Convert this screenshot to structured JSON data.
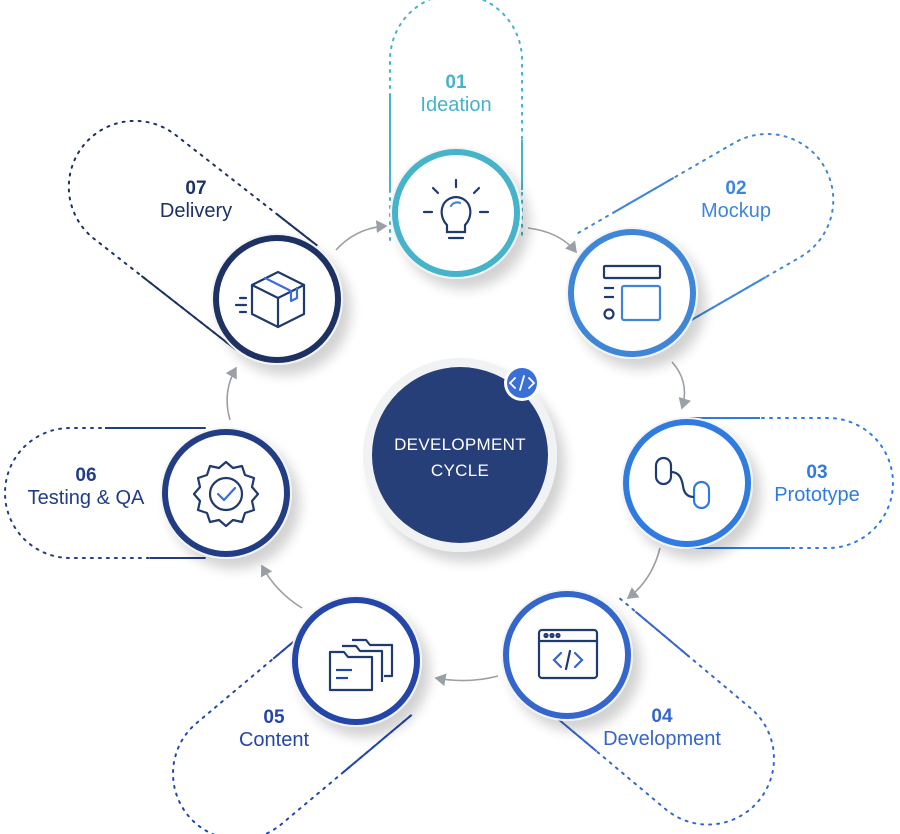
{
  "center": {
    "line1": "DEVELOPMENT",
    "line2": "CYCLE",
    "badge_icon": "code-icon",
    "fill_color": "#263f78"
  },
  "steps": [
    {
      "number": "01",
      "name": "Ideation",
      "icon": "lightbulb-icon",
      "color": "#45b3c9"
    },
    {
      "number": "02",
      "name": "Mockup",
      "icon": "layout-icon",
      "color": "#3f86d8"
    },
    {
      "number": "03",
      "name": "Prototype",
      "icon": "prototype-icon",
      "color": "#2f7be0"
    },
    {
      "number": "04",
      "name": "Development",
      "icon": "code-window-icon",
      "color": "#3566cc"
    },
    {
      "number": "05",
      "name": "Content",
      "icon": "folders-icon",
      "color": "#2446a8"
    },
    {
      "number": "06",
      "name": "Testing & QA",
      "icon": "badge-check-icon",
      "color": "#223d84"
    },
    {
      "number": "07",
      "name": "Delivery",
      "icon": "package-icon",
      "color": "#1d3163"
    }
  ]
}
